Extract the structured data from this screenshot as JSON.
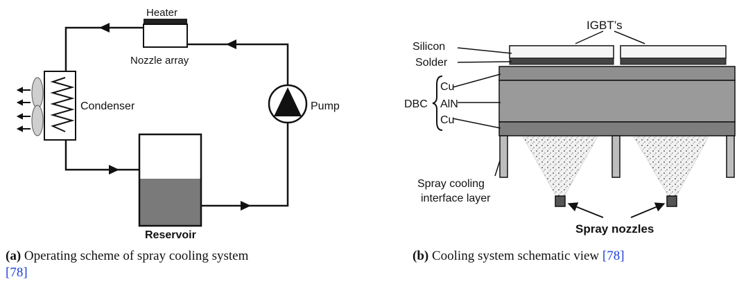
{
  "panel_a": {
    "labels": {
      "heater": "Heater",
      "nozzle_array": "Nozzle array",
      "condenser": "Condenser",
      "pump": "Pump",
      "reservoir": "Reservoir"
    },
    "caption": {
      "tag": "(a)",
      "text_line1": "Operating scheme of spray cooling system",
      "ref": "[78]"
    }
  },
  "panel_b": {
    "labels": {
      "igbts": "IGBT’s",
      "silicon": "Silicon",
      "solder": "Solder",
      "dbc": "DBC",
      "cu_top": "Cu",
      "aln": "AlN",
      "cu_bottom": "Cu",
      "spray_layer_line1": "Spray cooling",
      "spray_layer_line2": "interface layer",
      "spray_nozzles": "Spray nozzles"
    },
    "caption": {
      "tag": "(b)",
      "text": "Cooling system schematic view",
      "ref": "[78]"
    }
  },
  "colors": {
    "line": "#111111",
    "liquid": "#7a7a7a",
    "substrate": "#8c8c8c",
    "citation": "#1a3fd8"
  }
}
